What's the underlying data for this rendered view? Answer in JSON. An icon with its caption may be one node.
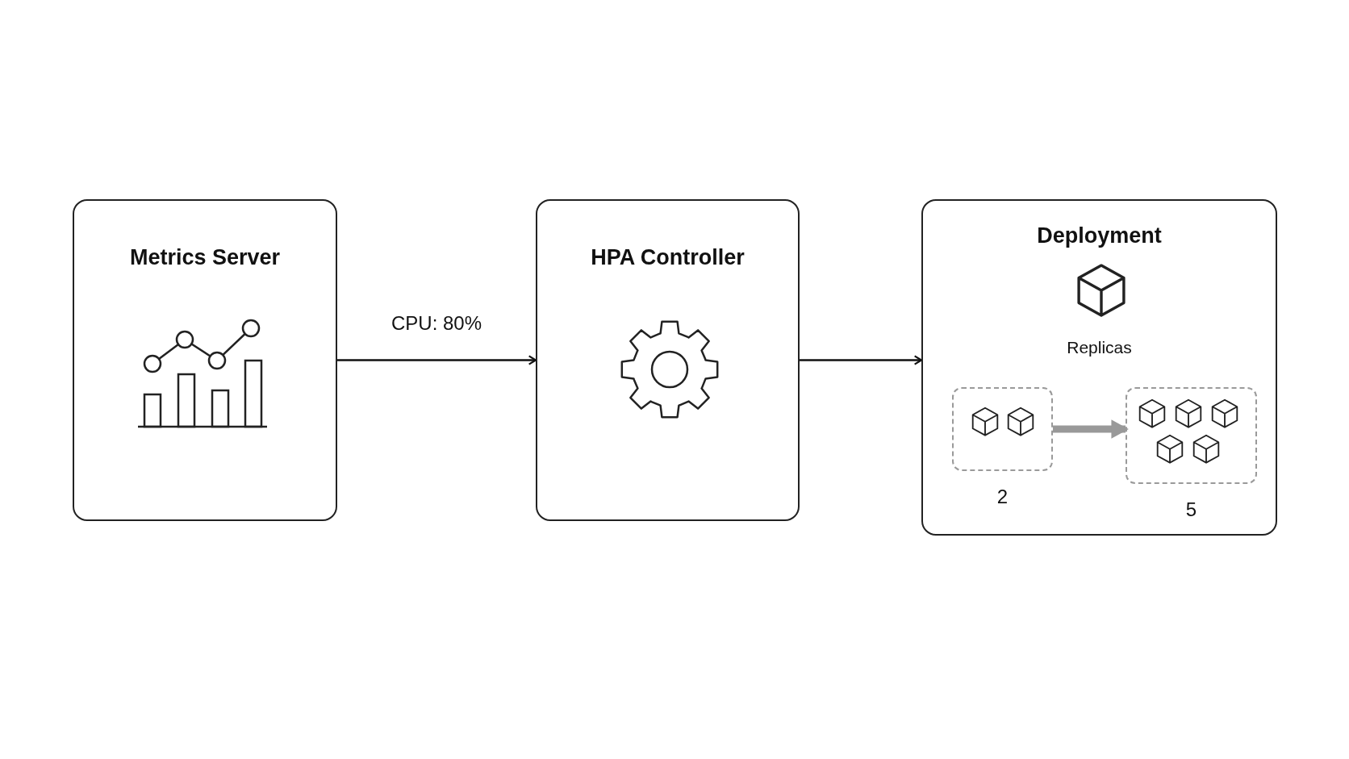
{
  "diagram": {
    "nodes": [
      {
        "text": [
          "Metrics Server"
        ]
      },
      {
        "text": [
          "HPA Controller"
        ]
      },
      {
        "text": [
          "Deployment",
          "Replicas"
        ]
      },
      {
        "text": [],
        "shape": "box",
        "in": 2,
        "beside": [
          "2"
        ]
      },
      {
        "text": [],
        "shape": "box",
        "in": 2,
        "beside": [
          "5"
        ]
      }
    ],
    "edges": [
      {
        "from": 0,
        "to": 1,
        "arrow": "to",
        "label": "CPU: 80%"
      },
      {
        "from": 1,
        "to": 2,
        "arrow": "to"
      },
      {
        "from": 3,
        "to": 4,
        "arrow": "to",
        "style": "thick",
        "color": "#999999"
      }
    ]
  }
}
